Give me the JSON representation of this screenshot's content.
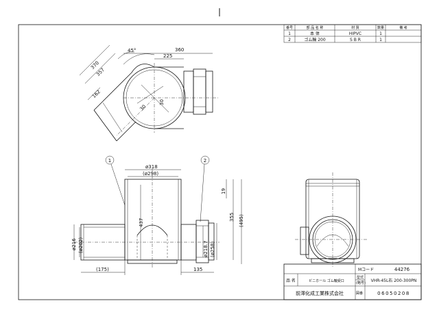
{
  "parts_table": {
    "headers": [
      "番号",
      "部 品 名 称",
      "材 質",
      "数量",
      "備 考"
    ],
    "rows": [
      {
        "no": "1",
        "name": "本 体",
        "material": "HIPVC",
        "qty": "1",
        "note": ""
      },
      {
        "no": "2",
        "name": "ゴム輪 200",
        "material": "S B R",
        "qty": "1",
        "note": ""
      }
    ]
  },
  "top_view": {
    "angle": "45°",
    "dims": [
      "360",
      "225",
      "370",
      "357",
      "162",
      "30",
      "30"
    ]
  },
  "front_view": {
    "balloon_1": "1",
    "balloon_2": "2",
    "dims": [
      "ø318",
      "(ø298)",
      "437",
      "19",
      "355",
      "(495)",
      "ø216",
      "(ø202)",
      "(175)",
      "135",
      "ø218.7",
      "(ø258)"
    ]
  },
  "title_block": {
    "mcode_label": "Mコード",
    "mcode_value": "44276",
    "name_label": "品 名",
    "name_value": "ビニホール ゴム輪受口",
    "model_label": "型式",
    "model_sub": "(略号)",
    "model_value": "VHR-45L右 200-300PN",
    "company": "前澤化成工業株式会社",
    "drawing_label": "図番",
    "drawing_value": "06050208"
  }
}
